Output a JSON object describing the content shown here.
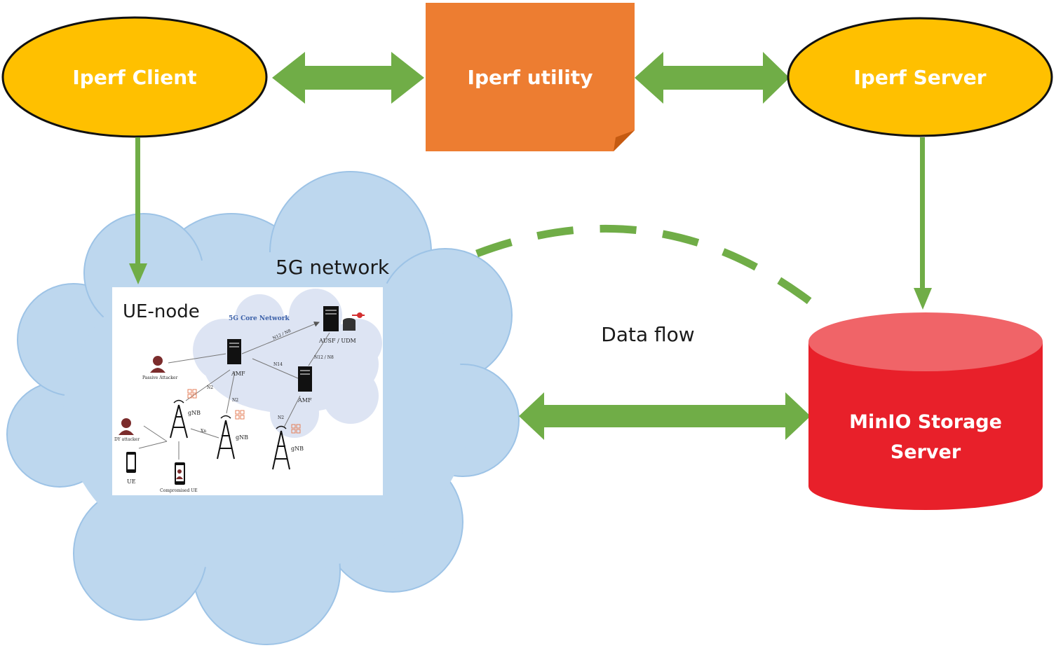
{
  "nodes": {
    "iperf_client": "Iperf Client",
    "iperf_utility": "Iperf utility",
    "iperf_server": "Iperf Server",
    "network_title": "5G network",
    "ue_node": "UE-node",
    "data_flow": "Data flow",
    "storage_line1": "MinIO Storage",
    "storage_line2": "Server"
  },
  "inset": {
    "core_network": "5G Core Network",
    "amf_left": "AMF",
    "amf_right": "AMF",
    "ausf_udm": "AUSF / UDM",
    "passive_attacker": "Passive Attacker",
    "dy_attacker": "DY attacker",
    "ue": "UE",
    "compromised_ue": "Compromised UE",
    "gnb_1": "gNB",
    "gnb_2": "gNB",
    "gnb_3": "gNB",
    "link_n2_a": "N2",
    "link_n2_b": "N2",
    "link_n2_c": "N2",
    "link_n12_n8": "N12 / N8",
    "link_n12_n8_b": "N12 / N8",
    "link_n14": "N14",
    "link_xn": "Xn"
  },
  "colors": {
    "ellipse_fill": "#FFC000",
    "utility_fill": "#ED7D31",
    "arrow_green": "#70AD47",
    "cloud_fill": "#BDD7EE",
    "cylinder_fill": "#E8202A",
    "cylinder_top": "#F06468"
  }
}
